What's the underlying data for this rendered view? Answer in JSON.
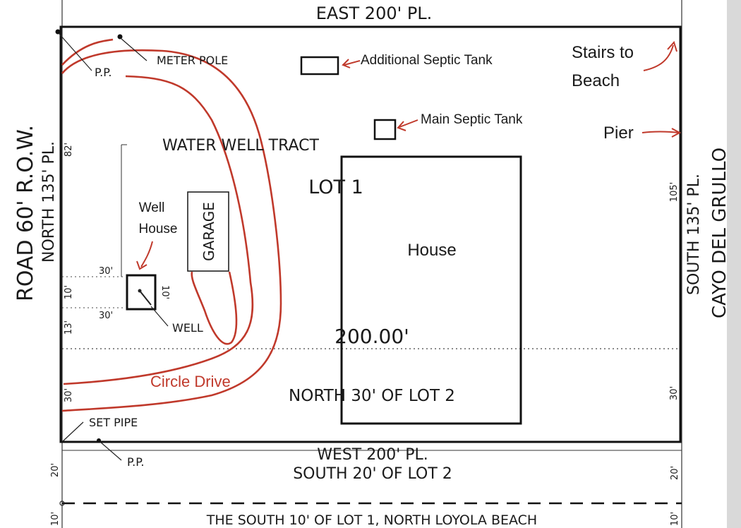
{
  "boundaries": {
    "east": "EAST   200' PL.",
    "west": "WEST   200' PL.",
    "north": "NORTH   135' PL.",
    "south": "SOUTH   135' PL.",
    "road": "ROAD 60' R.O.W.",
    "bay": "CAYO DEL GRULLO"
  },
  "lot_labels": {
    "lot1": "LOT 1",
    "north30": "NORTH 30' OF LOT 2",
    "south20": "SOUTH 20' OF LOT 2",
    "south10": "THE SOUTH 10' OF LOT 1, NORTH LOYOLA BEACH",
    "water_well_tract": "WATER WELL TRACT",
    "dim_200": "200.00'"
  },
  "survey_marks": {
    "meter_pole": "METER POLE",
    "pp_top": "P.P.",
    "pp_bottom": "P.P.",
    "set_pipe": "SET PIPE",
    "well": "WELL"
  },
  "dimensions": {
    "left_82": "82'",
    "left_10": "10'",
    "left_13": "13'",
    "left_30": "30'",
    "right_105": "105'",
    "right_30": "30'",
    "well_30_top": "30'",
    "well_30_bottom": "30'",
    "well_10": "10'",
    "bottom_left_20": "20'",
    "bottom_right_20": "20'",
    "bottom_left_10": "10'",
    "bottom_right_10": "10'"
  },
  "structures": {
    "house": "House",
    "garage": "GARAGE",
    "well_house_line1": "Well",
    "well_house_line2": "House"
  },
  "annotations": {
    "additional_septic": "Additional Septic Tank",
    "main_septic": "Main Septic Tank",
    "stairs_line1": "Stairs to",
    "stairs_line2": "Beach",
    "pier": "Pier",
    "circle_drive": "Circle Drive"
  },
  "colors": {
    "annotation_red": "#c0392b",
    "ink": "#1a1a1a"
  }
}
